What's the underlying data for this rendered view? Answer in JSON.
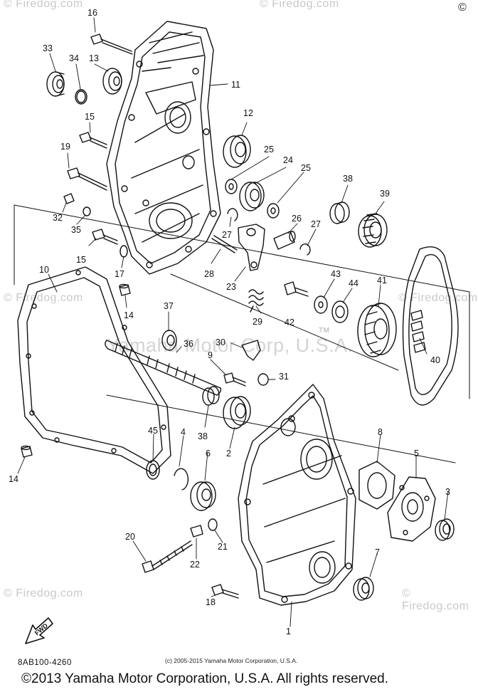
{
  "watermarks": {
    "site": "Firedog.com",
    "center": "Yamaha Motor Corp, U.S.A."
  },
  "corner_symbol": "©",
  "diagram_code": "8AB100-4260",
  "small_copyright": "(c) 2005-2015 Yamaha Motor Corporation, U.S.A.",
  "footer_copyright": "©2013 Yamaha Motor Corporation, U.S.A. All rights reserved.",
  "fwd_label": "FWD",
  "trademark": "TM",
  "callouts": {
    "c1": "1",
    "c2": "2",
    "c3": "3",
    "c4": "4",
    "c5": "5",
    "c6": "6",
    "c7": "7",
    "c8": "8",
    "c9": "9",
    "c10": "10",
    "c11": "11",
    "c12": "12",
    "c13": "13",
    "c14a": "14",
    "c14b": "14",
    "c15a": "15",
    "c15b": "15",
    "c16": "16",
    "c17": "17",
    "c18": "18",
    "c19": "19",
    "c20": "20",
    "c21": "21",
    "c22": "22",
    "c23": "23",
    "c24": "24",
    "c25a": "25",
    "c25b": "25",
    "c26": "26",
    "c27a": "27",
    "c27b": "27",
    "c28": "28",
    "c29": "29",
    "c30": "30",
    "c31": "31",
    "c32": "32",
    "c33": "33",
    "c34": "34",
    "c35": "35",
    "c36": "36",
    "c37": "37",
    "c38a": "38",
    "c38b": "38",
    "c39": "39",
    "c40": "40",
    "c41": "41",
    "c42": "42",
    "c43": "43",
    "c44": "44",
    "c45": "45"
  }
}
